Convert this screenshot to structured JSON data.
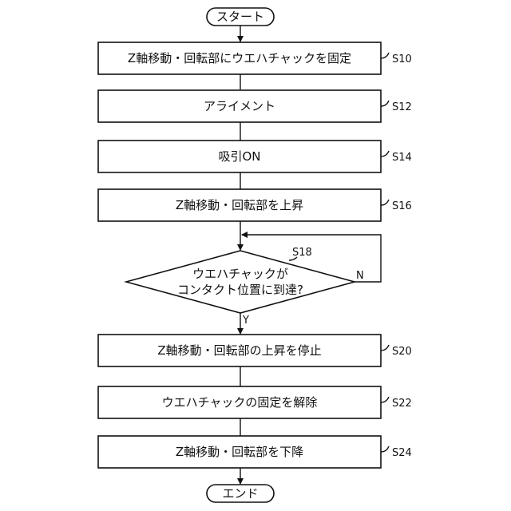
{
  "flowchart": {
    "start": "スタート",
    "end": "エンド",
    "steps": [
      {
        "id": "s10",
        "label": "Z軸移動・回転部にウエハチャックを固定",
        "code": "S10"
      },
      {
        "id": "s12",
        "label": "アライメント",
        "code": "S12"
      },
      {
        "id": "s14",
        "label": "吸引ON",
        "code": "S14"
      },
      {
        "id": "s16",
        "label": "Z軸移動・回転部を上昇",
        "code": "S16"
      },
      {
        "id": "s20",
        "label": "Z軸移動・回転部の上昇を停止",
        "code": "S20"
      },
      {
        "id": "s22",
        "label": "ウエハチャックの固定を解除",
        "code": "S22"
      },
      {
        "id": "s24",
        "label": "Z軸移動・回転部を下降",
        "code": "S24"
      }
    ],
    "decision": {
      "line1": "ウエハチャックが",
      "line2": "コンタクト位置に到達?",
      "code": "S18",
      "yes": "Y",
      "no": "N"
    }
  }
}
